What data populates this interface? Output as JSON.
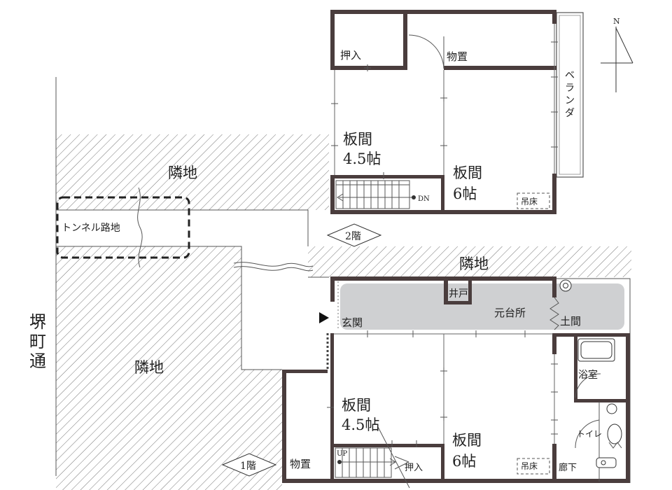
{
  "street": [
    "堺",
    "町",
    "通"
  ],
  "neighbor_label": "隣地",
  "tunnel_label": "トンネル路地",
  "floor1_label": "1階",
  "floor2_label": "2階",
  "north_label": "N",
  "floor2": {
    "oshiire": "押入",
    "monooki": "物置",
    "veranda": [
      "ベ",
      "ラ",
      "ン",
      "ダ"
    ],
    "room_a": [
      "板間",
      "4.5帖"
    ],
    "room_b": [
      "板間",
      "6帖"
    ],
    "dn": "DN",
    "tsuridoko": "吊床"
  },
  "floor1": {
    "ido": "井戸",
    "motodaidokoro": "元台所",
    "doma": "土間",
    "genkan": "玄関",
    "yokushitsu": "浴室",
    "toilet": "トイレ",
    "room_a": [
      "板間",
      "4.5帖"
    ],
    "room_b": [
      "板間",
      "6帖"
    ],
    "up": "UP",
    "oshiire": "押入",
    "monooki": "物置",
    "tsuridoko": "吊床",
    "rouka": "廊下"
  }
}
